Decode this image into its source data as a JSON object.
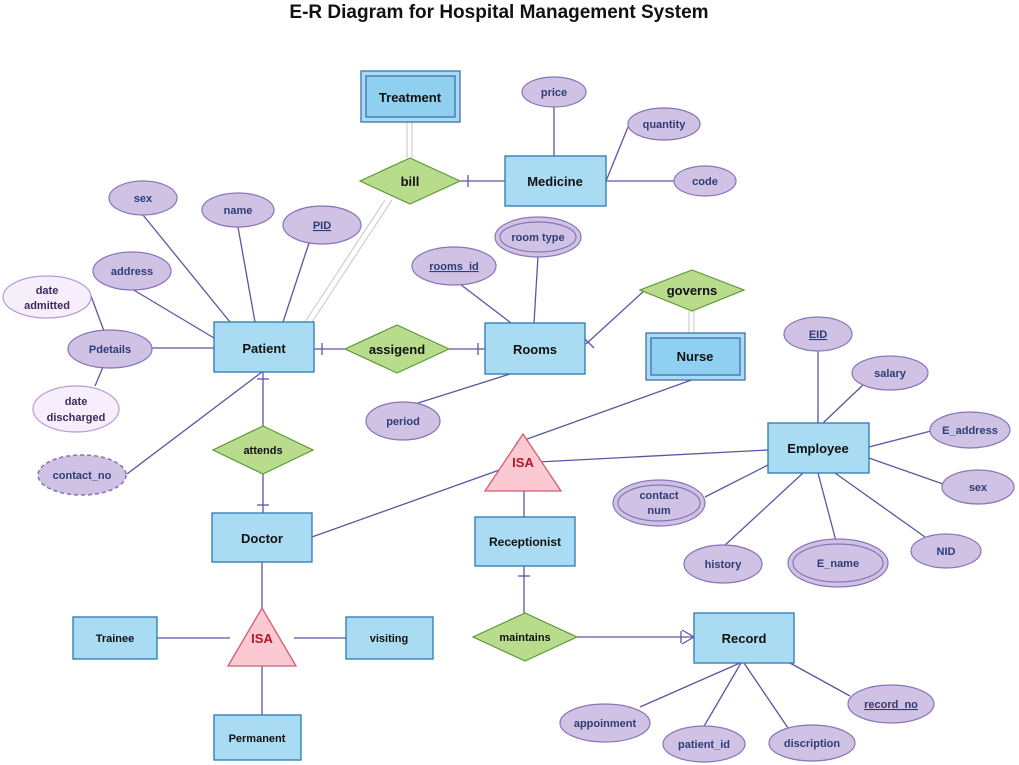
{
  "title": "E-R Diagram for Hospital Management System",
  "entities": {
    "treatment": "Treatment",
    "medicine": "Medicine",
    "patient": "Patient",
    "rooms": "Rooms",
    "nurse": "Nurse",
    "employee": "Employee",
    "doctor": "Doctor",
    "receptionist": "Receptionist",
    "trainee": "Trainee",
    "visiting": "visiting",
    "permanent": "Permanent",
    "record": "Record"
  },
  "relationships": {
    "bill": "bill",
    "assigend": "assigend",
    "governs": "governs",
    "attends": "attends",
    "maintains": "maintains"
  },
  "isa": {
    "employee_isa": "ISA",
    "doctor_isa": "ISA"
  },
  "attributes": {
    "price": "price",
    "quantity": "quantity",
    "code": "code",
    "sex_patient": "sex",
    "name": "name",
    "pid": "PID",
    "address": "address",
    "date_admitted_1": "date",
    "date_admitted_2": "admitted",
    "pdetails": "Pdetails",
    "date_discharged_1": "date",
    "date_discharged_2": "discharged",
    "contact_no": "contact_no",
    "room_type": "room type",
    "rooms_id": "rooms_id",
    "period": "period",
    "eid": "EID",
    "salary": "salary",
    "e_address": "E_address",
    "sex_employee": "sex",
    "contact_num_1": "contact",
    "contact_num_2": "num",
    "history": "history",
    "e_name": "E_name",
    "nid": "NID",
    "appoinment": "appoinment",
    "patient_id": "patient_id",
    "discription": "discription",
    "record_no": "record_no"
  }
}
